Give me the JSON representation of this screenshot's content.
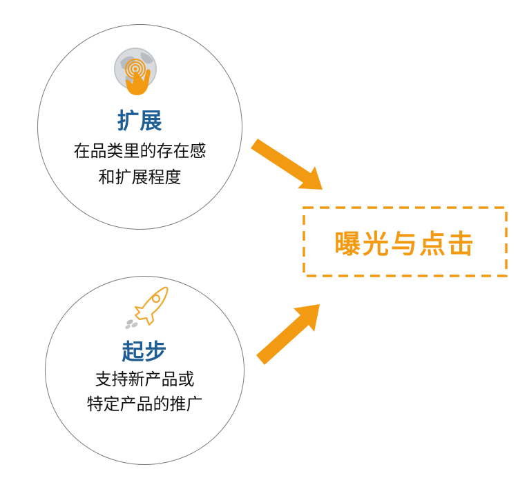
{
  "diagram": {
    "nodes": [
      {
        "id": "expand",
        "icon": "globe-touch-icon",
        "title": "扩展",
        "description_lines": [
          "在品类里的存在感",
          "和扩展程度"
        ]
      },
      {
        "id": "start",
        "icon": "rocket-icon",
        "title": "起步",
        "description_lines": [
          "支持新产品或",
          "特定产品的推广"
        ]
      }
    ],
    "target": {
      "label": "曝光与点击"
    },
    "edges": [
      {
        "from": "expand",
        "to": "target"
      },
      {
        "from": "start",
        "to": "target"
      }
    ]
  },
  "colors": {
    "accent_orange": "#f29a12",
    "title_blue": "#1f5e94",
    "circle_border": "#7a7a7a",
    "text": "#111111"
  }
}
